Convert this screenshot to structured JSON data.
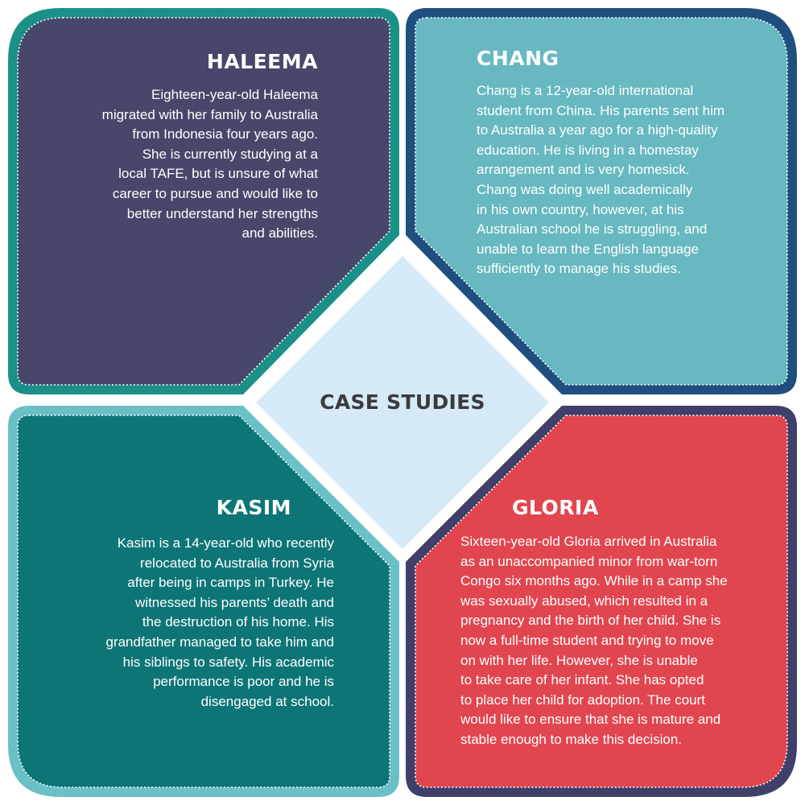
{
  "center": {
    "title": "CASE STUDIES"
  },
  "colors": {
    "haleema_fill": "#47476b",
    "haleema_border": "#1a9088",
    "chang_fill": "#67b8c0",
    "chang_border": "#1f4f7f",
    "kasim_fill": "#0e7577",
    "kasim_border": "#6bc0c6",
    "gloria_fill": "#e1464f",
    "gloria_border": "#3f3f6a",
    "diamond_fill": "#d5eaf6"
  },
  "cases": {
    "haleema": {
      "name": "HALEEMA",
      "lines": [
        "Eighteen-year-old Haleema",
        "migrated with her family to Australia",
        "from Indonesia four years ago.",
        "She is currently studying at a",
        "local TAFE, but is unsure of what",
        "career to pursue and would like to",
        "better understand her strengths",
        "and abilities."
      ]
    },
    "chang": {
      "name": "CHANG",
      "lines": [
        "Chang is a 12-year-old international",
        "student from China. His parents sent him",
        "to Australia a year ago for a high-quality",
        "education. He is living in a homestay",
        "arrangement and is very homesick.",
        "Chang was doing well academically",
        "in his own country, however, at his",
        "Australian school he is struggling, and",
        "unable to learn the English language",
        "sufficiently to manage his studies."
      ]
    },
    "kasim": {
      "name": "KASIM",
      "lines": [
        "Kasim is a 14-year-old who recently",
        "relocated to Australia from Syria",
        "after being in camps in Turkey. He",
        "witnessed his parents’ death and",
        "the destruction of his home. His",
        "grandfather managed to take him and",
        "his siblings to safety. His academic",
        "performance is poor and he is",
        "disengaged at school."
      ]
    },
    "gloria": {
      "name": "GLORIA",
      "lines": [
        "Sixteen-year-old Gloria arrived in Australia",
        "as an unaccompanied minor from war-torn",
        "Congo six months ago. While in a camp she",
        "was sexually abused, which resulted in a",
        "pregnancy and the birth of her child. She is",
        "now a full-time student and trying to move",
        "on with her life. However, she is unable",
        "to take care of her infant. She has opted",
        "to place her child for adoption. The court",
        "would like to ensure that she is mature and",
        "stable enough to make this decision."
      ]
    }
  }
}
